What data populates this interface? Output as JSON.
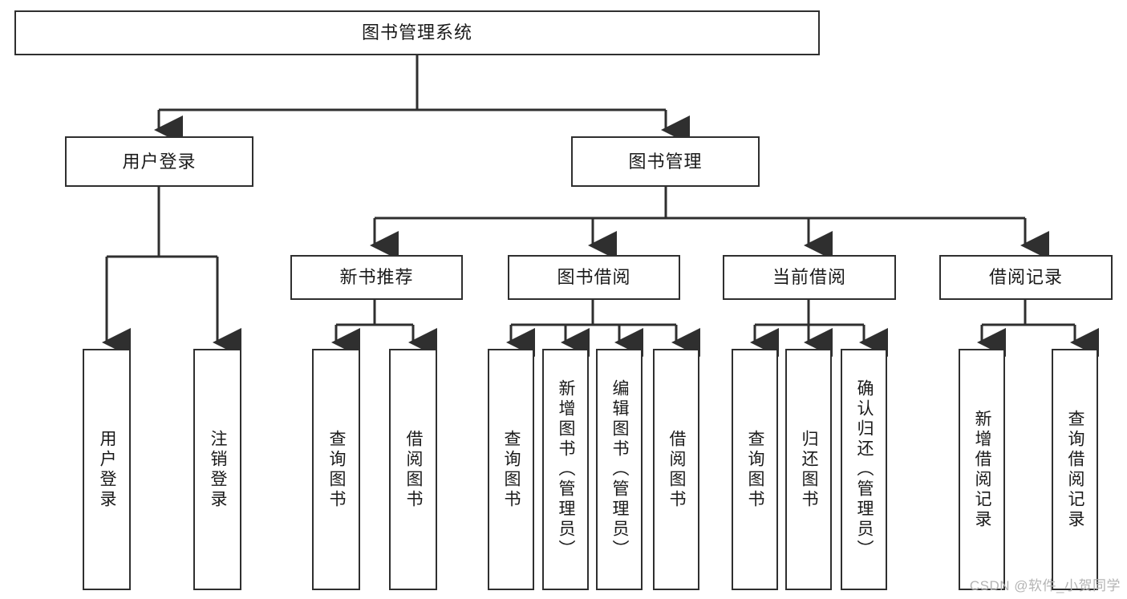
{
  "diagram": {
    "type": "tree-hierarchy",
    "title": "图书管理系统",
    "background_color": "#ffffff",
    "line_color": "#2f2f2f",
    "box_fill": "#ffffff",
    "text_color": "#1a1a1a"
  },
  "nodes": {
    "root": {
      "label": "图书管理系统"
    },
    "level1": [
      {
        "label": "用户登录"
      },
      {
        "label": "图书管理"
      }
    ],
    "level2": [
      {
        "label": "新书推荐"
      },
      {
        "label": "图书借阅"
      },
      {
        "label": "当前借阅"
      },
      {
        "label": "借阅记录"
      }
    ],
    "leaves": {
      "user_login": [
        {
          "label": "用户登录"
        },
        {
          "label": "注销登录"
        }
      ],
      "new_book_recommend": [
        {
          "label": "查询图书"
        },
        {
          "label": "借阅图书"
        }
      ],
      "book_borrow": [
        {
          "label": "查询图书"
        },
        {
          "label": "新增图书（管理员）"
        },
        {
          "label": "编辑图书（管理员）"
        },
        {
          "label": "借阅图书"
        }
      ],
      "current_borrow": [
        {
          "label": "查询图书"
        },
        {
          "label": "归还图书"
        },
        {
          "label": "确认归还（管理员）"
        }
      ],
      "borrow_record": [
        {
          "label": "新增借阅记录"
        },
        {
          "label": "查询借阅记录"
        }
      ]
    }
  },
  "watermark": {
    "text": "CSDN @软件_小贺同学"
  }
}
